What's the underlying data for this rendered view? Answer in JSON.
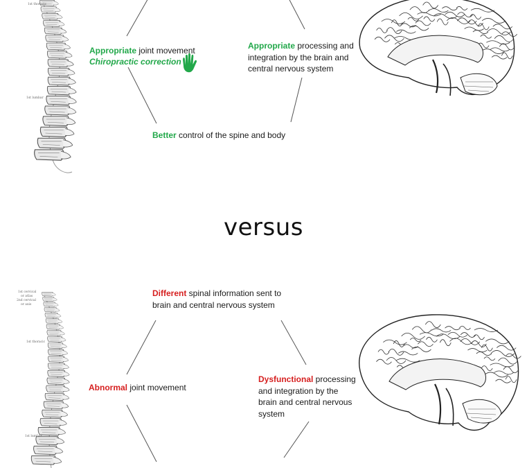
{
  "top": {
    "joint": {
      "highlight": "Appropriate",
      "rest": " joint movement"
    },
    "correction": "Chiropractic correction",
    "processing": {
      "highlight": "Appropriate",
      "line1_rest": " processing and",
      "line2": "integration by the brain and",
      "line3": "central nervous system"
    },
    "control": {
      "highlight": "Better",
      "rest": " control of the spine and body"
    }
  },
  "divider": "versus",
  "bottom": {
    "info": {
      "highlight": "Different",
      "line1_rest": " spinal information sent to",
      "line2": "brain and central nervous system"
    },
    "joint": {
      "highlight": "Abnormal",
      "rest": " joint movement"
    },
    "processing": {
      "highlight": "Dysfunctional",
      "line1_rest": " processing",
      "line2": "and integration by the",
      "line3": "brain and central nervous",
      "line4": "system"
    }
  },
  "colors": {
    "positive": "#22a84a",
    "negative": "#d61f1f"
  },
  "icons": [
    "spine-illustration",
    "brain-illustration",
    "hand-icon",
    "arrow"
  ]
}
